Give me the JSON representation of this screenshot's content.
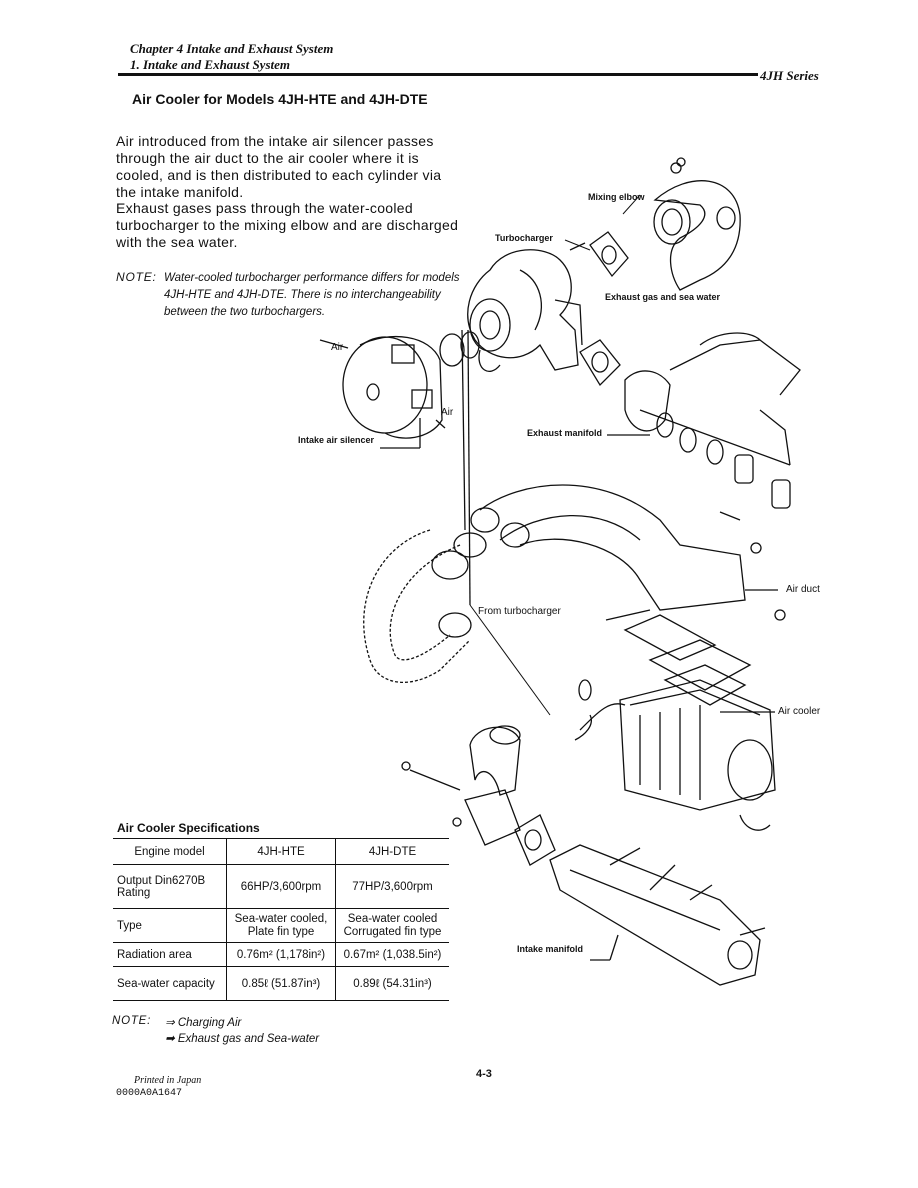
{
  "header": {
    "chapter": "Chapter 4 Intake and Exhaust System",
    "section": "1. Intake and Exhaust System",
    "series": "4JH Series"
  },
  "title": "Air Cooler for Models 4JH-HTE and 4JH-DTE",
  "body": {
    "para1": "Air introduced from the intake air silencer passes through the air duct to the air cooler where it is cooled, and is then distributed to each cylinder via the intake manifold.",
    "para2": "Exhaust gases pass through the water-cooled turbocharger to the mixing elbow and are discharged with the sea water."
  },
  "note": {
    "label": "NOTE:",
    "text": "Water-cooled turbocharger performance differs for models 4JH-HTE and 4JH-DTE. There is no interchangeability between the two turbochargers."
  },
  "diagram_labels": {
    "mixing_elbow": "Mixing elbow",
    "turbocharger": "Turbocharger",
    "exhaust_gas": "Exhaust gas and sea water",
    "air_top": "Air",
    "air_bottom": "Air",
    "intake_silencer": "Intake air silencer",
    "exhaust_manifold": "Exhaust manifold",
    "air_duct": "Air duct",
    "from_turbo": "From turbocharger",
    "air_cooler": "Air cooler",
    "intake_manifold": "Intake manifold"
  },
  "spec_table": {
    "title": "Air Cooler Specifications",
    "headers": [
      "Engine model",
      "4JH-HTE",
      "4JH-DTE"
    ],
    "rows": [
      {
        "label": "Output Din6270B Rating",
        "hte": "66HP/3,600rpm",
        "dte": "77HP/3,600rpm"
      },
      {
        "label": "Type",
        "hte": "Sea-water cooled, Plate fin type",
        "dte": "Sea-water cooled Corrugated fin type"
      },
      {
        "label": "Radiation area",
        "hte": "0.76m² (1,178in²)",
        "dte": "0.67m² (1,038.5in²)"
      },
      {
        "label": "Sea-water capacity",
        "hte": "0.85ℓ (51.87in³)",
        "dte": "0.89ℓ (54.31in³)"
      }
    ]
  },
  "legend": {
    "label": "NOTE:",
    "charging_air": "⇒ Charging Air",
    "exhaust": "➡ Exhaust gas and Sea-water"
  },
  "footer": {
    "printed": "Printed in Japan",
    "code": "0000A0A1647",
    "page": "4-3"
  }
}
